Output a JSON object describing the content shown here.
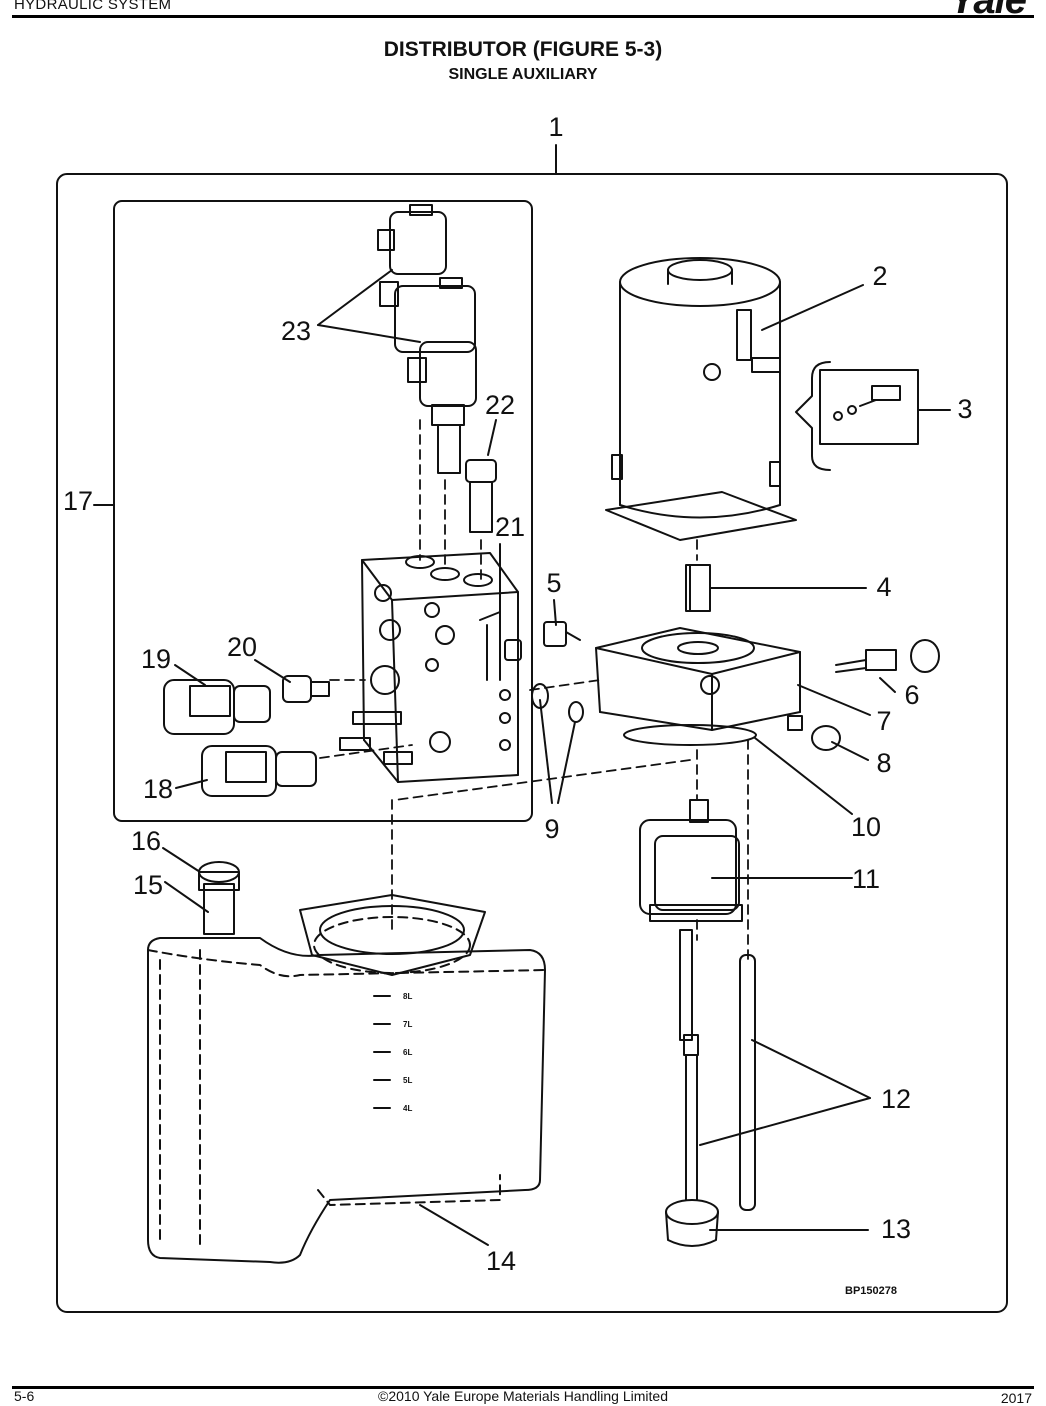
{
  "header": {
    "section": "HYDRAULIC SYSTEM",
    "brand": "Yale"
  },
  "title": "DISTRIBUTOR (FIGURE 5-3)",
  "subtitle": "SINGLE AUXILIARY",
  "callouts": [
    "1",
    "2",
    "3",
    "4",
    "5",
    "6",
    "7",
    "8",
    "9",
    "10",
    "11",
    "12",
    "13",
    "14",
    "15",
    "16",
    "17",
    "18",
    "19",
    "20",
    "21",
    "22",
    "23"
  ],
  "tank_levels": [
    "8L",
    "7L",
    "6L",
    "5L",
    "4L"
  ],
  "figure_code": "BP150278",
  "footer": {
    "page": "5-6",
    "copyright": "©2010 Yale Europe Materials Handling Limited",
    "right": "2017"
  }
}
